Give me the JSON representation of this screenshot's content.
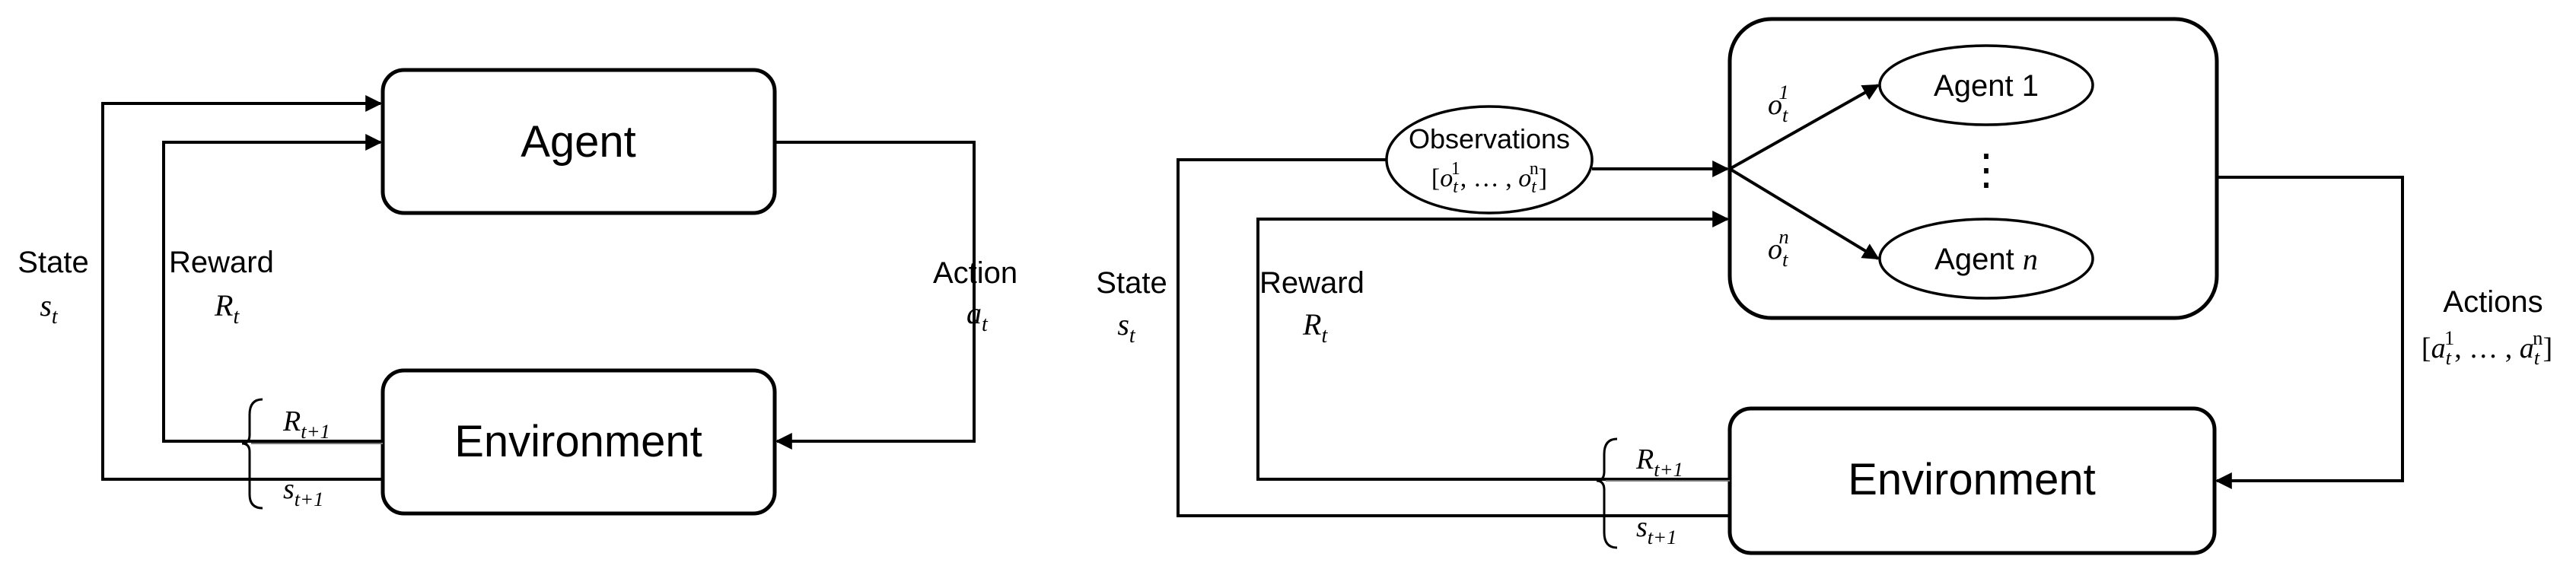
{
  "left": {
    "agent": "Agent",
    "environment": "Environment",
    "state_label": "State",
    "state_symbol": "s",
    "state_sub": "t",
    "reward_label": "Reward",
    "reward_symbol": "R",
    "reward_sub": "t",
    "action_label": "Action",
    "action_symbol": "a",
    "action_sub": "t",
    "bracket_top_symbol": "R",
    "bracket_top_sub": "t+1",
    "bracket_bottom_symbol": "s",
    "bracket_bottom_sub": "t+1"
  },
  "right": {
    "environment": "Environment",
    "agent_1": "Agent 1",
    "agent_n_prefix": "Agent ",
    "agent_n_symbol": "n",
    "vertical_dots": "⋮",
    "observations_label": "Observations",
    "observations_open": "[",
    "observations_o1": "o",
    "observations_o1_sub": "t",
    "observations_o1_sup": "1",
    "observations_sep": ", … , ",
    "observations_on": "o",
    "observations_on_sub": "t",
    "observations_on_sup": "n",
    "observations_close": "]",
    "o1_symbol": "o",
    "o1_sub": "t",
    "o1_sup": "1",
    "on_symbol": "o",
    "on_sub": "t",
    "on_sup": "n",
    "state_label": "State",
    "state_symbol": "s",
    "state_sub": "t",
    "reward_label": "Reward",
    "reward_symbol": "R",
    "reward_sub": "t",
    "actions_label": "Actions",
    "actions_open": "[",
    "actions_a1": "a",
    "actions_a1_sub": "t",
    "actions_a1_sup": "1",
    "actions_sep": ", … , ",
    "actions_an": "a",
    "actions_an_sub": "t",
    "actions_an_sup": "n",
    "actions_close": "]",
    "bracket_top_symbol": "R",
    "bracket_top_sub": "t+1",
    "bracket_bottom_symbol": "s",
    "bracket_bottom_sub": "t+1"
  }
}
